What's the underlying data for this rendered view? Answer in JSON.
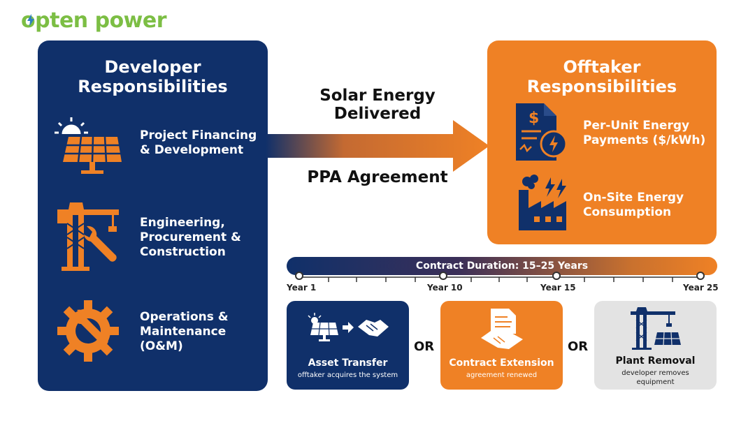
{
  "logo": {
    "text_o": "o",
    "text_rest": "pten power"
  },
  "developer": {
    "title_line1": "Developer",
    "title_line2": "Responsibilities",
    "items": [
      {
        "line1": "Project Financing",
        "line2": "& Development",
        "line3": "",
        "icon": "solar-panel-icon"
      },
      {
        "line1": "Engineering,",
        "line2": "Procurement &",
        "line3": "Construction",
        "icon": "crane-wrench-icon"
      },
      {
        "line1": "Operations &",
        "line2": "Maintenance",
        "line3": "(O&M)",
        "icon": "gear-wrench-icon"
      }
    ]
  },
  "flow": {
    "top_line1": "Solar Energy",
    "top_line2": "Delivered",
    "bottom": "PPA Agreement"
  },
  "offtaker": {
    "title_line1": "Offtaker",
    "title_line2": "Responsibilities",
    "items": [
      {
        "line1": "Per-Unit Energy",
        "line2": "Payments ($/kWh)",
        "icon": "invoice-icon"
      },
      {
        "line1": "On-Site Energy",
        "line2": "Consumption",
        "icon": "factory-icon"
      }
    ]
  },
  "timeline": {
    "title": "Contract Duration: 15–25 Years",
    "years": [
      "Year 1",
      "Year 10",
      "Year 15",
      "Year 25"
    ]
  },
  "outcomes": {
    "or_label": "OR",
    "cards": [
      {
        "title": "Asset Transfer",
        "sub_line1": "offtaker acquires the system",
        "sub_line2": "",
        "color": "#10306a"
      },
      {
        "title": "Contract Extension",
        "sub_line1": "agreement renewed",
        "sub_line2": "",
        "color": "#ef8125"
      },
      {
        "title": "Plant Removal",
        "sub_line1": "developer removes",
        "sub_line2": "equipment",
        "color": "#e3e3e3"
      }
    ]
  },
  "colors": {
    "navy": "#10306a",
    "orange": "#ef8125",
    "green": "#7cbe44"
  }
}
